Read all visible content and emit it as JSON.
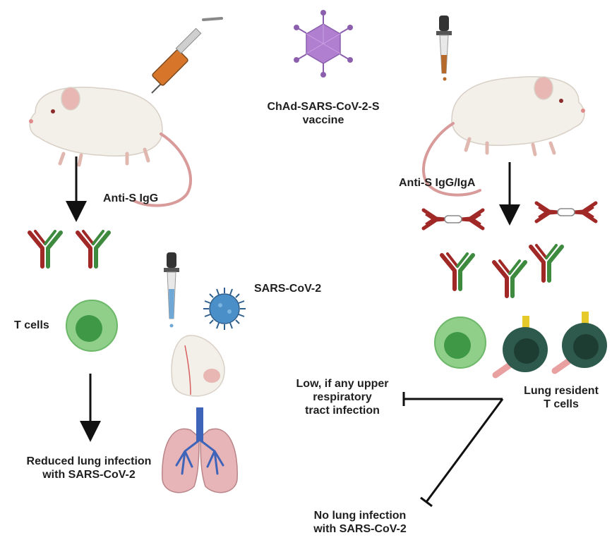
{
  "vaccine": {
    "line1": "ChAd-SARS-CoV-2-S",
    "line2": "vaccine"
  },
  "left_branch": {
    "antibody_label": "Anti-S IgG",
    "tcell_label": "T cells",
    "outcome_line1": "Reduced lung infection",
    "outcome_line2": "with SARS-CoV-2"
  },
  "challenge": {
    "virus_label": "SARS-CoV-2"
  },
  "right_branch": {
    "antibody_label": "Anti-S IgG/IgA",
    "tcell_line1": "Lung resident",
    "tcell_line2": "T cells",
    "upper_line1": "Low, if any upper",
    "upper_line2": "respiratory",
    "upper_line3": "tract infection",
    "lung_line1": "No lung infection",
    "lung_line2": "with SARS-CoV-2"
  },
  "colors": {
    "mouse_body": "#f3efe9",
    "mouse_ear": "#e8b7b3",
    "mouse_tail": "#d99a9a",
    "antibody_red": "#a02826",
    "antibody_green": "#3e8a3f",
    "tcell_outer": "#8fcf8a",
    "tcell_inner": "#3e9845",
    "resident_cell": "#2e5a4d",
    "resident_inner": "#1e3d32",
    "receptor_yellow": "#e6c92b",
    "receptor_pink": "#e8a0a0",
    "virus_purple": "#b07fd0",
    "sars_blue": "#4a8fc7",
    "lung_pink": "#e7b5b8",
    "airway_blue": "#3d64b8"
  },
  "icons": [
    "mouse-icon",
    "syringe-icon",
    "dropper-icon",
    "adenovirus-icon",
    "coronavirus-icon",
    "antibody-icon",
    "iga-dimer-icon",
    "t-cell-icon",
    "lungs-icon"
  ]
}
